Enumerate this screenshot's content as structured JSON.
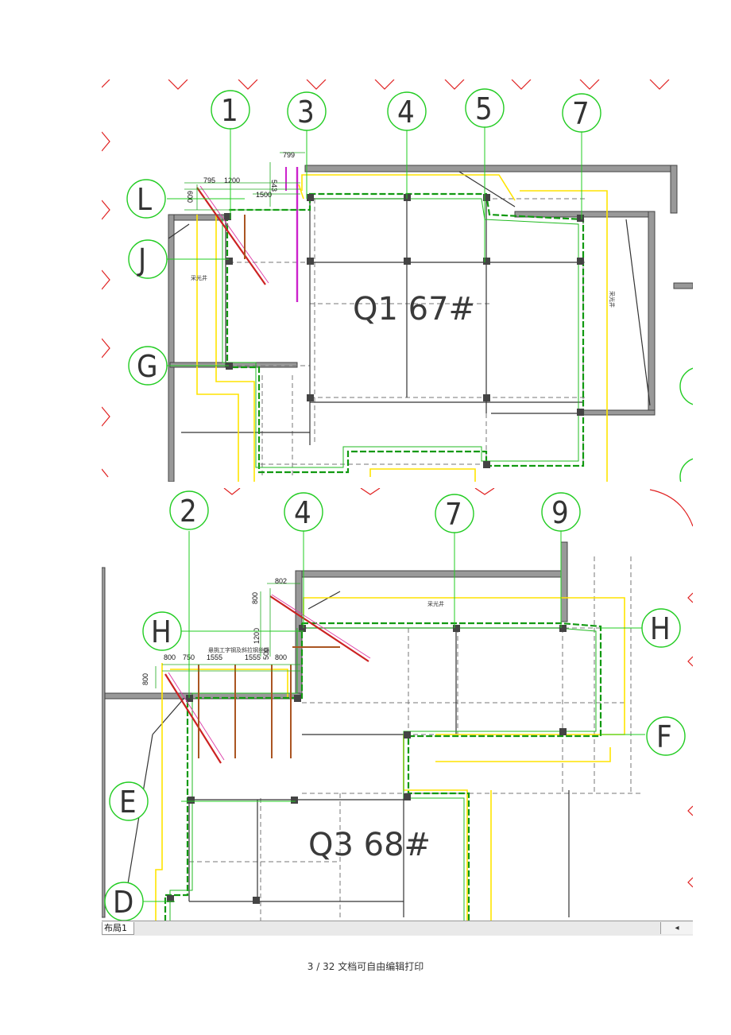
{
  "top": {
    "axis_top": [
      "1",
      "3",
      "4",
      "5",
      "7"
    ],
    "axis_left": [
      "L",
      "J",
      "G"
    ],
    "room_label": "Q1  67#",
    "dims": [
      "799",
      "795",
      "1200",
      "1500",
      "543",
      "600"
    ],
    "note": "采光井"
  },
  "bottom": {
    "axis_top": [
      "2",
      "4",
      "7",
      "9"
    ],
    "axis_left": [
      "H",
      "E",
      "D"
    ],
    "axis_right": [
      "H",
      "F"
    ],
    "room_label": "Q3  68#",
    "dims": [
      "802",
      "800",
      "1200",
      "800",
      "750",
      "1555",
      "1555",
      "500",
      "800",
      "800"
    ],
    "note": "采光井",
    "note2": "悬挑工字钢及斜拉钢丝绳"
  },
  "tab_label": "布局1",
  "scroll_label": "◂",
  "footer": "3 / 32 文档可自由编辑打印",
  "colors": {
    "axis": "#22cc22",
    "wall": "#555555",
    "yellow": "#ffea00",
    "green": "#119911",
    "magenta": "#cc22cc"
  }
}
